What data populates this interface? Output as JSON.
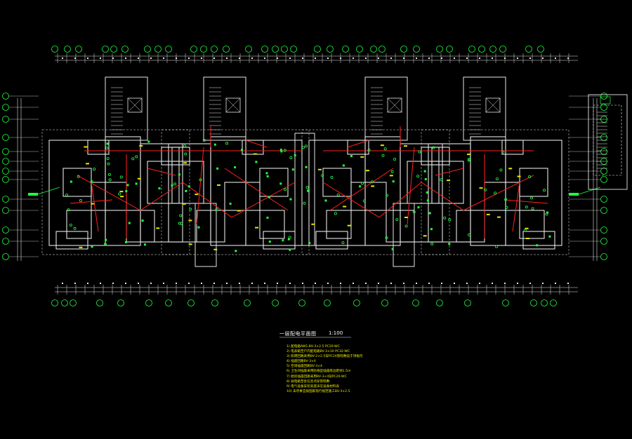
{
  "drawing": {
    "title": "一层配电平面图",
    "scale": "1:100",
    "notes": [
      "1) 配电箱AW1-BV-3×2.5 PC20-WC",
      "2) 电表箱至户内配电箱BV-3×10 PC32-WC",
      "3) 照明回路采用BV-2×2.5穿PC16管暗敷设于顶板内",
      "4) 插座回路BV-3×4",
      "5) 空调插座回路BV-3×4",
      "6) 卫生间插座采用防溅型插座底边距地1.5m",
      "7) 厨房插座回路采用BV-3×4穿PC20-WC",
      "8) 弱电箱至各信息点穿管暗敷",
      "9) 电气设备安装高度详见设备材料表",
      "10) 未尽事宜按国家现行规范施工BV-3×2.5"
    ]
  },
  "colors": {
    "background": "#000000",
    "walls": "#e6e6e6",
    "circuits": "#ff2020",
    "devices": "#20ff40",
    "axis": "#20ff40",
    "text": "#e8e800"
  }
}
